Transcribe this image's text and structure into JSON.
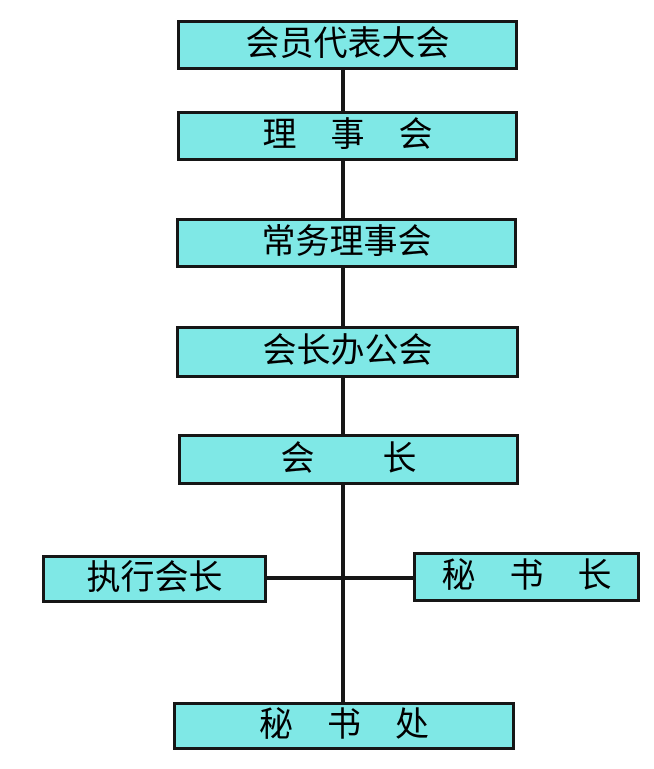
{
  "diagram": {
    "type": "org-flowchart",
    "background_color": "#ffffff",
    "box_fill_color": "#7fe8e6",
    "box_border_color": "#161616",
    "connector_color": "#161616",
    "text_color": "#000000",
    "nodes": [
      {
        "id": "member-congress",
        "label": "会员代表大会"
      },
      {
        "id": "council",
        "label": "理　事　会"
      },
      {
        "id": "standing-council",
        "label": "常务理事会"
      },
      {
        "id": "president-office-meeting",
        "label": "会长办公会"
      },
      {
        "id": "president",
        "label": "会　　长"
      },
      {
        "id": "executive-president",
        "label": "执行会长"
      },
      {
        "id": "secretary-general",
        "label": "秘　书　长"
      },
      {
        "id": "secretariat",
        "label": "秘　书　处"
      }
    ],
    "edges": [
      {
        "from": "member-congress",
        "to": "council"
      },
      {
        "from": "council",
        "to": "standing-council"
      },
      {
        "from": "standing-council",
        "to": "president-office-meeting"
      },
      {
        "from": "president-office-meeting",
        "to": "president"
      },
      {
        "from": "president",
        "to": "executive-president"
      },
      {
        "from": "president",
        "to": "secretary-general"
      },
      {
        "from": "president",
        "to": "secretariat"
      }
    ]
  }
}
